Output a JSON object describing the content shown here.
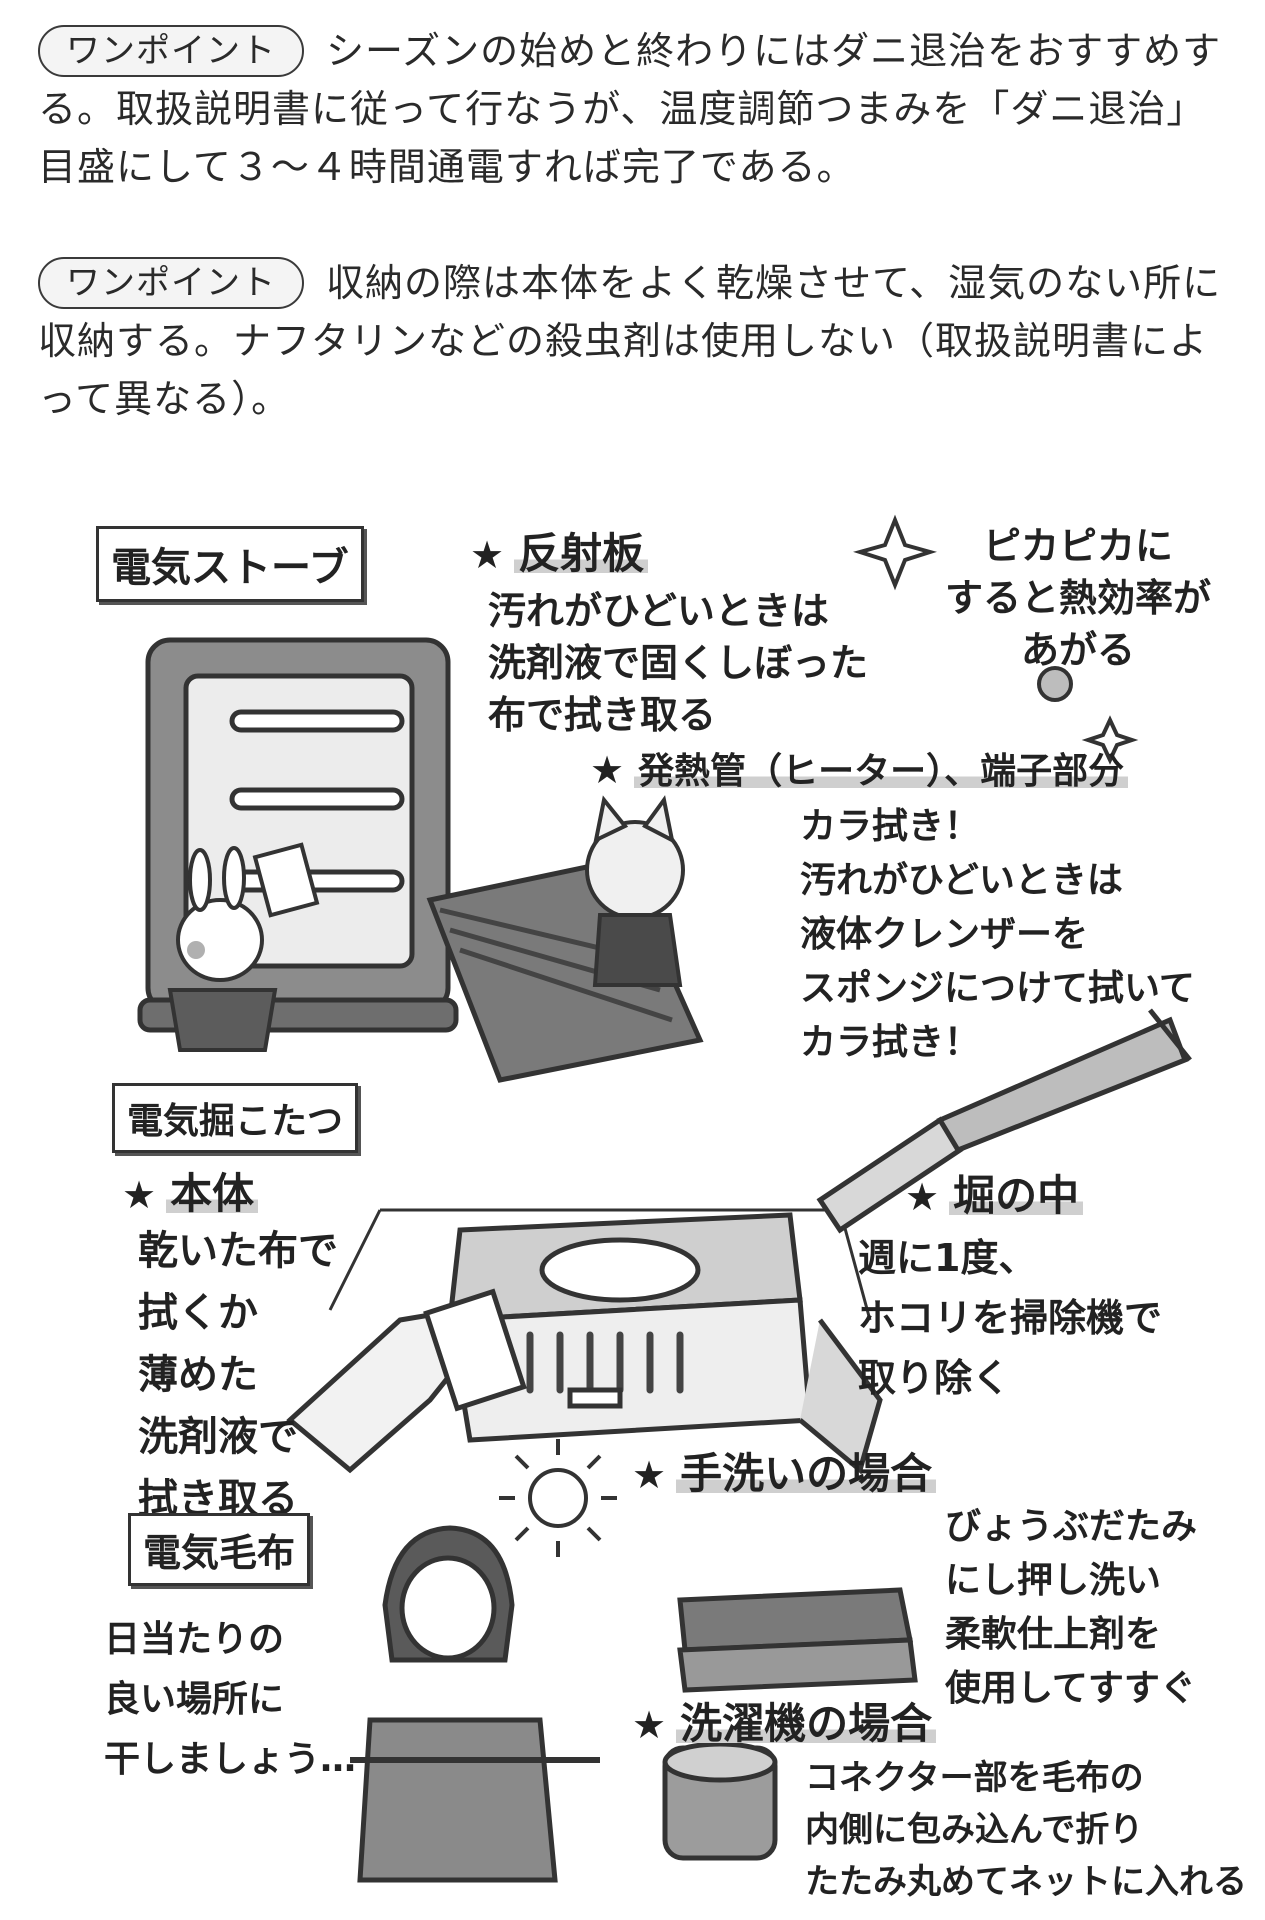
{
  "tips": [
    {
      "badge": "ワンポイント",
      "text": "シーズンの始めと終わりにはダニ退治をおすすめする。取扱説明書に従って行なうが、温度調節つまみを「ダニ退治」目盛にして３～４時間通電すれば完了である。"
    },
    {
      "badge": "ワンポイント",
      "text": "収納の際は本体をよく乾燥させて、湿気のない所に収納する。ナフタリンなどの殺虫剤は使用しない（取扱説明書によって異なる）。"
    }
  ],
  "illustration": {
    "stove": {
      "label": "電気ストーブ",
      "reflector": {
        "star": "★",
        "heading": "反射板",
        "note": "汚れがひどいときは\n洗剤液で固くしぼった\n布で拭き取る"
      },
      "sparkle": {
        "note": "ピカピカに\nすると熱効率が\nあがる"
      },
      "heater": {
        "star": "★",
        "heading": "発熱管（ヒーター）、端子部分",
        "note": "カラ拭き！\n汚れがひどいときは\n液体クレンザーを\nスポンジにつけて拭いて\nカラ拭き！"
      }
    },
    "kotatsu": {
      "label": "電気掘こたつ",
      "body": {
        "star": "★",
        "heading": "本体",
        "note": "乾いた布で\n拭くか\n薄めた\n洗剤液で\n拭き取る"
      },
      "inside": {
        "star": "★",
        "heading": "堀の中",
        "note": "週に1度、\nホコリを掃除機で\n取り除く"
      }
    },
    "blanket": {
      "label": "電気毛布",
      "sun_note": "日当たりの\n良い場所に\n干しましょう…",
      "handwash": {
        "star": "★",
        "heading": "手洗いの場合",
        "note": "びょうぶだたみ\nにし押し洗い\n柔軟仕上剤を\n使用してすすぐ"
      },
      "machine": {
        "star": "★",
        "heading": "洗濯機の場合",
        "note": "コネクター部を毛布の\n内側に包み込んで折り\nたたみ丸めてネットに入れる"
      }
    }
  }
}
